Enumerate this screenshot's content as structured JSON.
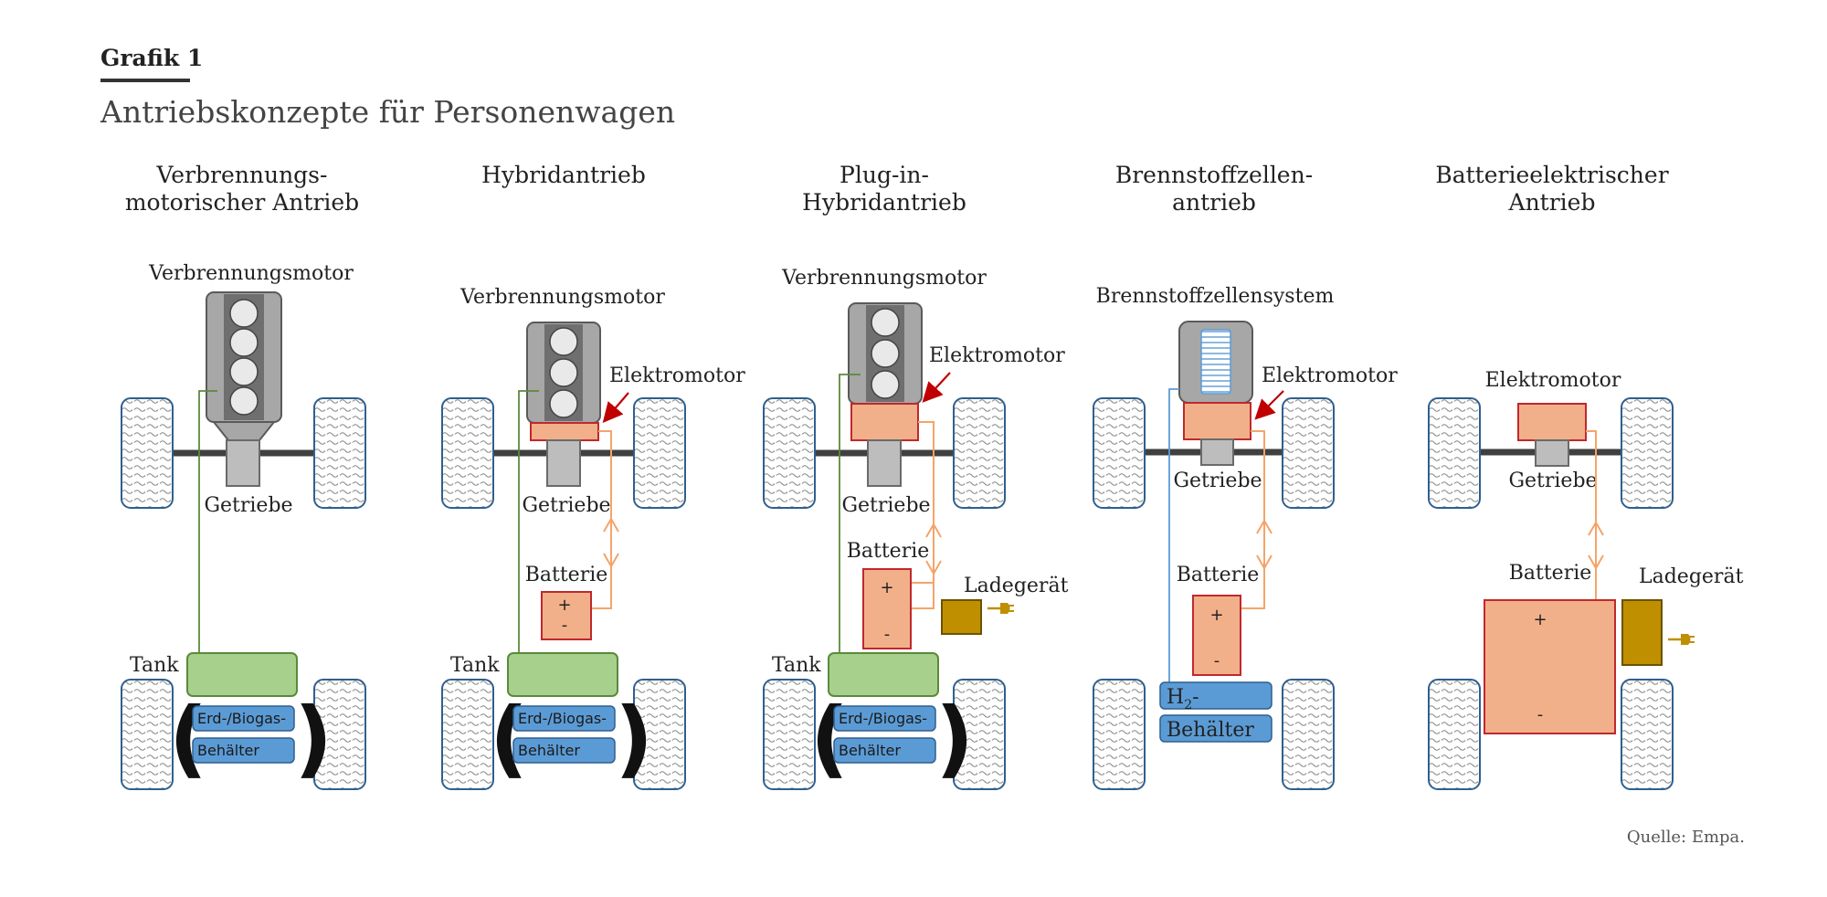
{
  "header": {
    "label": "Grafik 1",
    "title": "Antriebskonzepte für Personenwagen"
  },
  "columns": [
    {
      "heading_lines": [
        "Verbrennungs-",
        "motorischer Antrieb"
      ],
      "engine_label": "Verbrennungsmotor",
      "gearbox_label": "Getriebe",
      "tank_label": "Tank",
      "container_lines": [
        "Erd-/Biogas-",
        "Behälter"
      ]
    },
    {
      "heading_lines": [
        "Hybridantrieb"
      ],
      "engine_label": "Verbrennungsmotor",
      "emotor_label": "Elektromotor",
      "gearbox_label": "Getriebe",
      "battery_label": "Batterie",
      "tank_label": "Tank",
      "container_lines": [
        "Erd-/Biogas-",
        "Behälter"
      ]
    },
    {
      "heading_lines": [
        "Plug-in-",
        "Hybridantrieb"
      ],
      "engine_label": "Verbrennungsmotor",
      "emotor_label": "Elektromotor",
      "gearbox_label": "Getriebe",
      "battery_label": "Batterie",
      "charger_label": "Ladegerät",
      "tank_label": "Tank",
      "container_lines": [
        "Erd-/Biogas-",
        "Behälter"
      ]
    },
    {
      "heading_lines": [
        "Brennstoffzellen-",
        "antrieb"
      ],
      "fuelcell_label": "Brennstoffzellensystem",
      "emotor_label": "Elektromotor",
      "gearbox_label": "Getriebe",
      "battery_label": "Batterie",
      "h2_lines": [
        "H",
        "2",
        "-",
        "Behälter"
      ]
    },
    {
      "heading_lines": [
        "Batterieelektrischer",
        "Antrieb"
      ],
      "emotor_label": "Elektromotor",
      "gearbox_label": "Getriebe",
      "battery_label": "Batterie",
      "charger_label": "Ladegerät"
    }
  ],
  "signs": {
    "plus": "+",
    "minus": "-"
  },
  "parens": {
    "open": "(",
    "close": ")"
  },
  "source": "Quelle: Empa.",
  "colors": {
    "engine_gray": "#a7a7a7",
    "engine_dark": "#6f6f6f",
    "emotor_fill": "#f2b08a",
    "emotor_stroke": "#c0282d",
    "battery_fill": "#f2b08a",
    "battery_stroke": "#c0282d",
    "tank_green": "#a8d08d",
    "tank_stroke": "#5a8a3a",
    "container_blue": "#5b9bd5",
    "container_stroke": "#2f5f8f",
    "charger_gold": "#bf8f00",
    "orange_line": "#f4a46a",
    "red_arrow": "#c00000",
    "axle": "#404040",
    "wheel_stroke": "#2f5f8f"
  },
  "icons": {
    "wheel": "tire-icon",
    "engine": "engine-icon",
    "emotor": "electric-motor-icon",
    "gearbox": "gearbox-icon",
    "battery": "battery-icon",
    "charger": "charger-icon",
    "plug": "plug-icon",
    "tank": "fuel-tank-icon",
    "container": "gas-container-icon",
    "fuelcell": "fuel-cell-icon"
  }
}
